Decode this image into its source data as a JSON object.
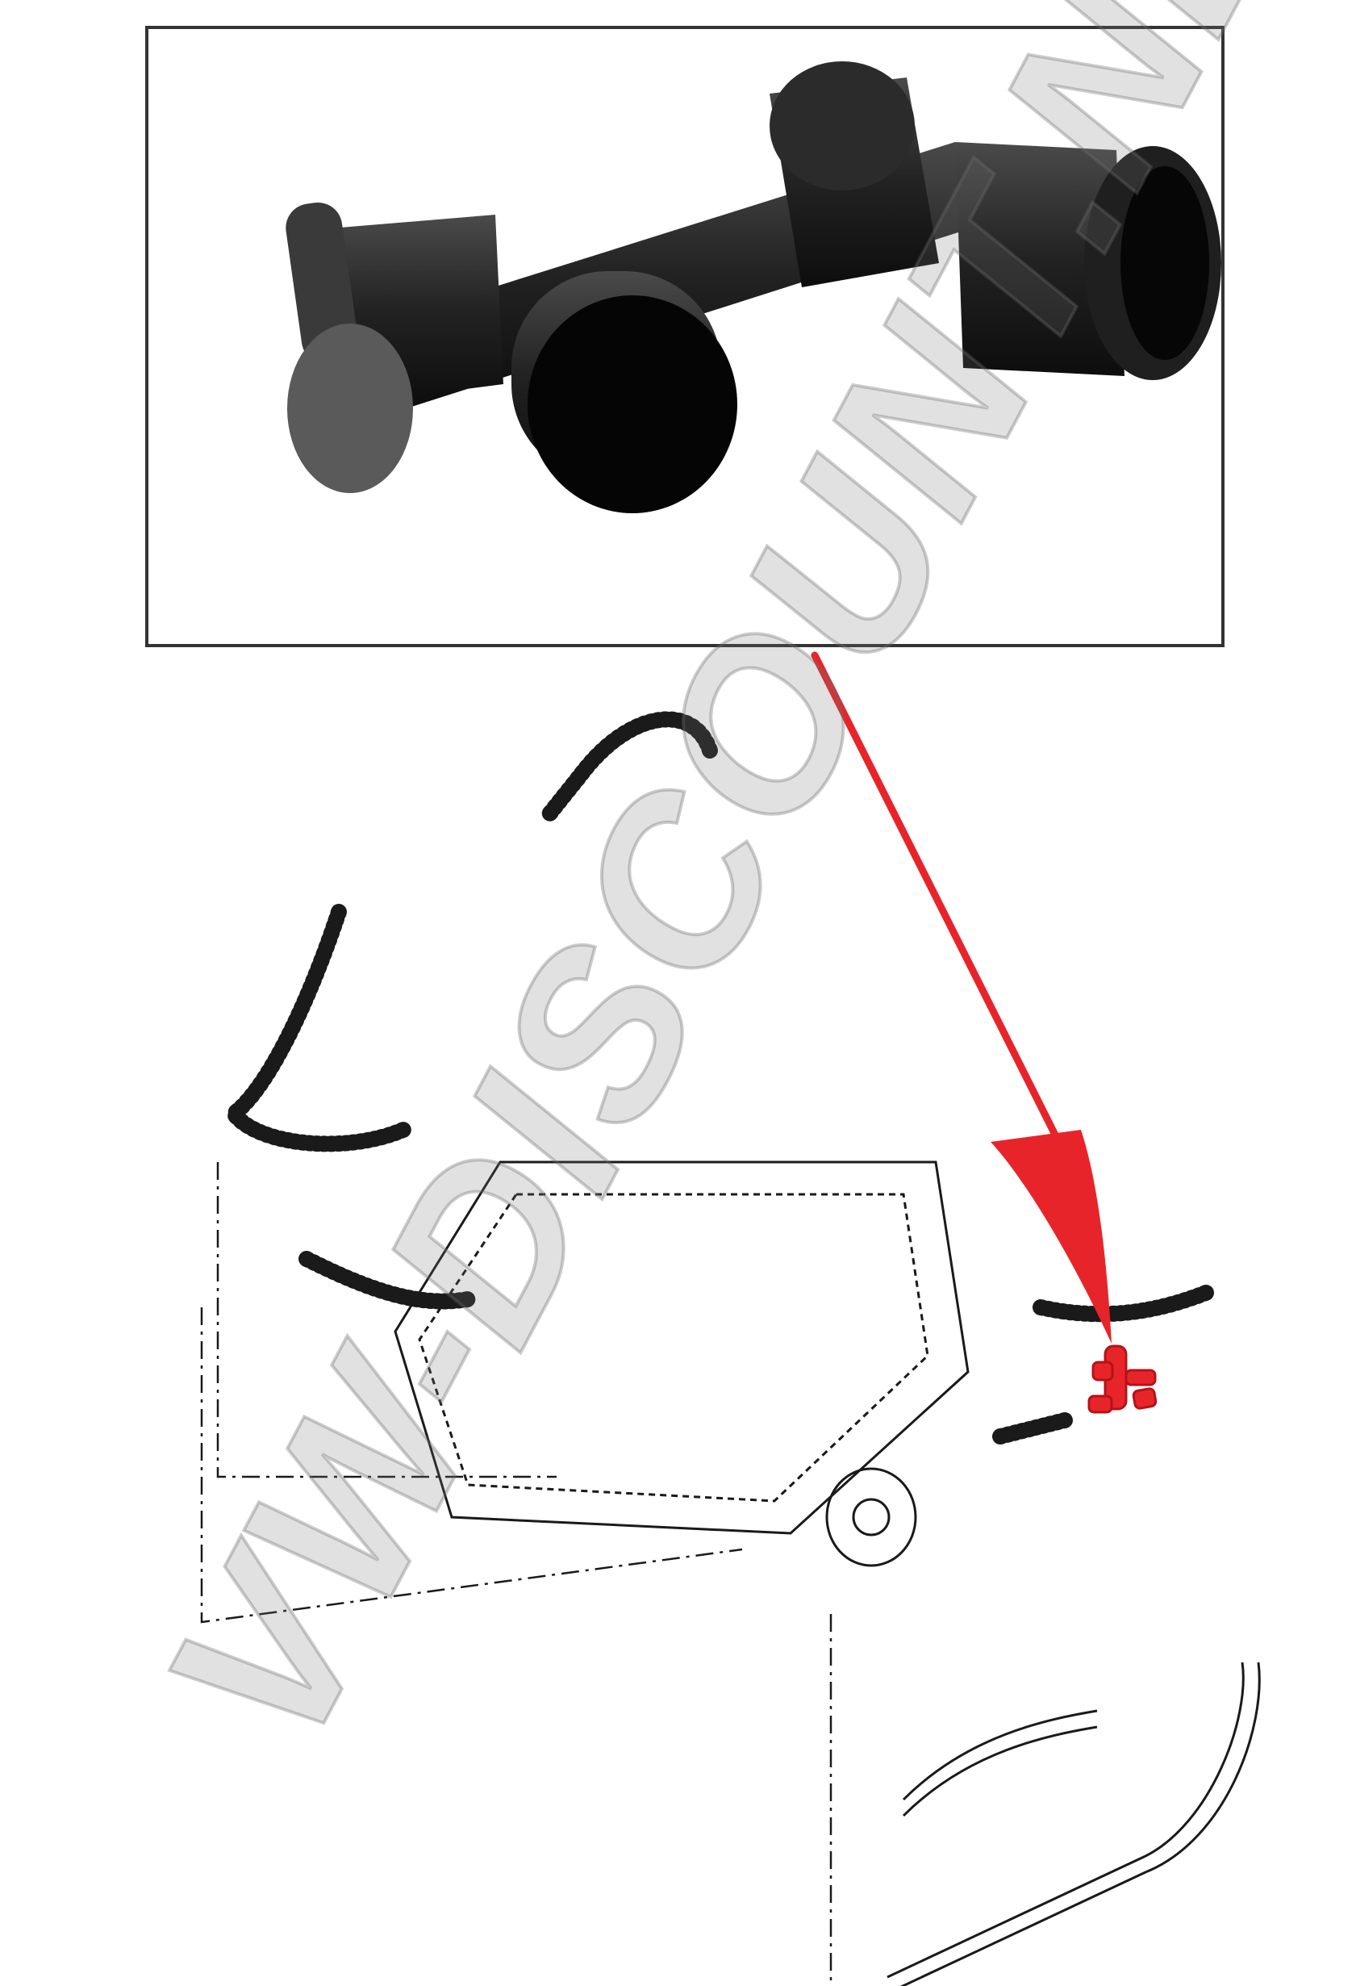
{
  "watermark": {
    "text": "VW-DISCOUNT.NET"
  },
  "colors": {
    "highlight": "#e8242b",
    "arrow": "#e8242b",
    "line": "#1a1a1a",
    "part": "#1c1c1c"
  },
  "items": [
    {
      "icon": "y-pipe-connector-photo"
    },
    {
      "icon": "engine-exploded-diagram"
    },
    {
      "icon": "red-arrow"
    },
    {
      "icon": "highlighted-y-connector"
    }
  ]
}
